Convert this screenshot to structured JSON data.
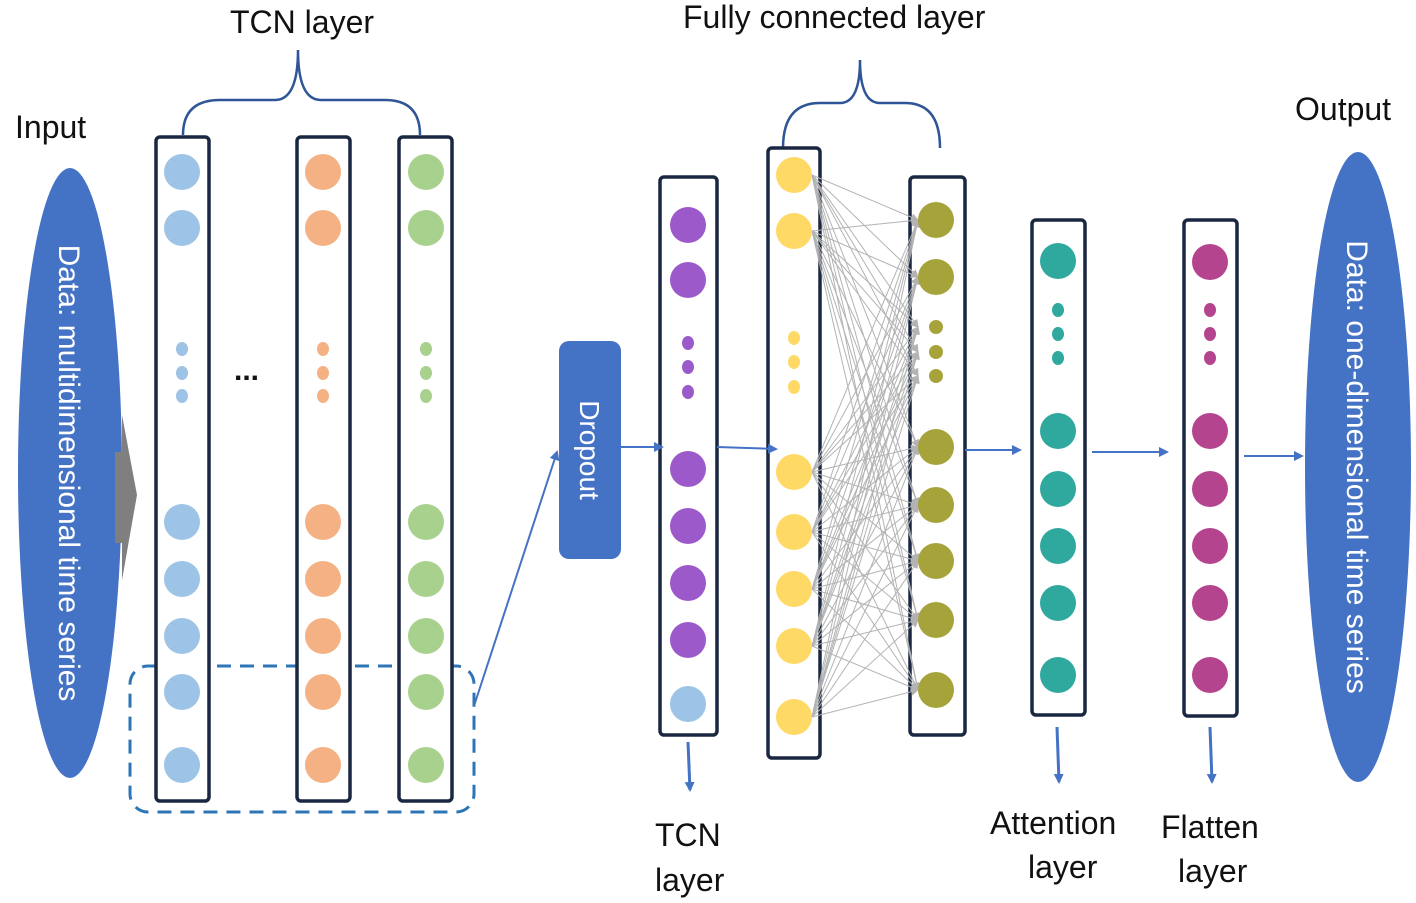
{
  "labels": {
    "input": "Input",
    "output": "Output",
    "tcn_top": "TCN layer",
    "fc_top": "Fully connected layer",
    "tcn_bottom_1": "TCN",
    "tcn_bottom_2": "layer",
    "attention_1": "Attention",
    "attention_2": "layer",
    "flatten_1": "Flatten",
    "flatten_2": "layer",
    "dropout": "Dropout",
    "input_data": "Data: multidimensional time series",
    "output_data": "Data: one-dimensional time series",
    "ellipsis": "..."
  },
  "colors": {
    "ellipse_fill": "#4472c4",
    "column_border": "#1a2740",
    "arrow": "#4472c4",
    "brace": "#2f5597",
    "dashed_box": "#2e75b6",
    "tcn1_nodes": "#9dc3e6",
    "tcn2_nodes": "#f4b183",
    "tcn3_nodes": "#a9d18e",
    "tcn_output_nodes": "#9b59c9",
    "fc1_nodes": "#ffd966",
    "fc2_nodes": "#a5a33a",
    "attention_nodes": "#2fa89e",
    "flatten_nodes": "#b5448e",
    "connection_lines": "#b3b3b3"
  }
}
